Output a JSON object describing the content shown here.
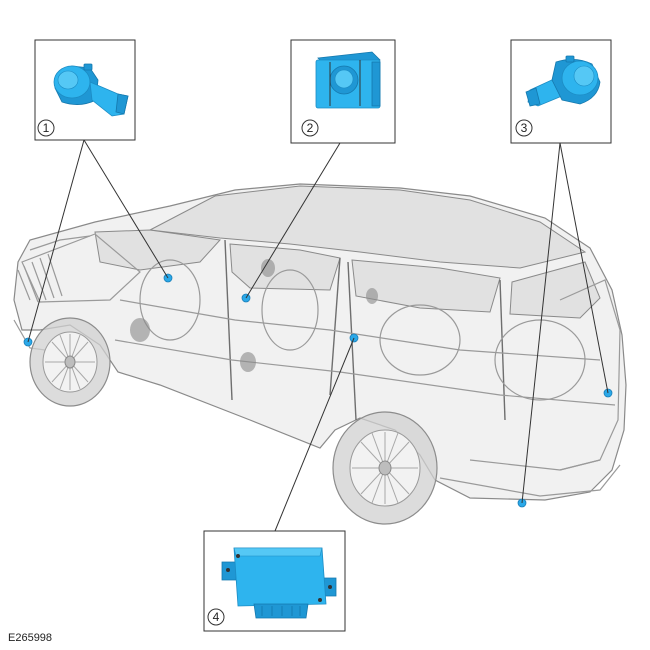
{
  "reference_code": "E265998",
  "callouts": [
    {
      "number": "1",
      "part_icon": "parking-sensor-front-icon"
    },
    {
      "number": "2",
      "part_icon": "sensor-module-icon"
    },
    {
      "number": "3",
      "part_icon": "parking-sensor-rear-icon"
    },
    {
      "number": "4",
      "part_icon": "control-module-icon"
    }
  ],
  "colors": {
    "part_highlight": "#2eb4ee",
    "ghosted_vehicle": "#9a9a9a",
    "callout_stroke": "#333333"
  }
}
